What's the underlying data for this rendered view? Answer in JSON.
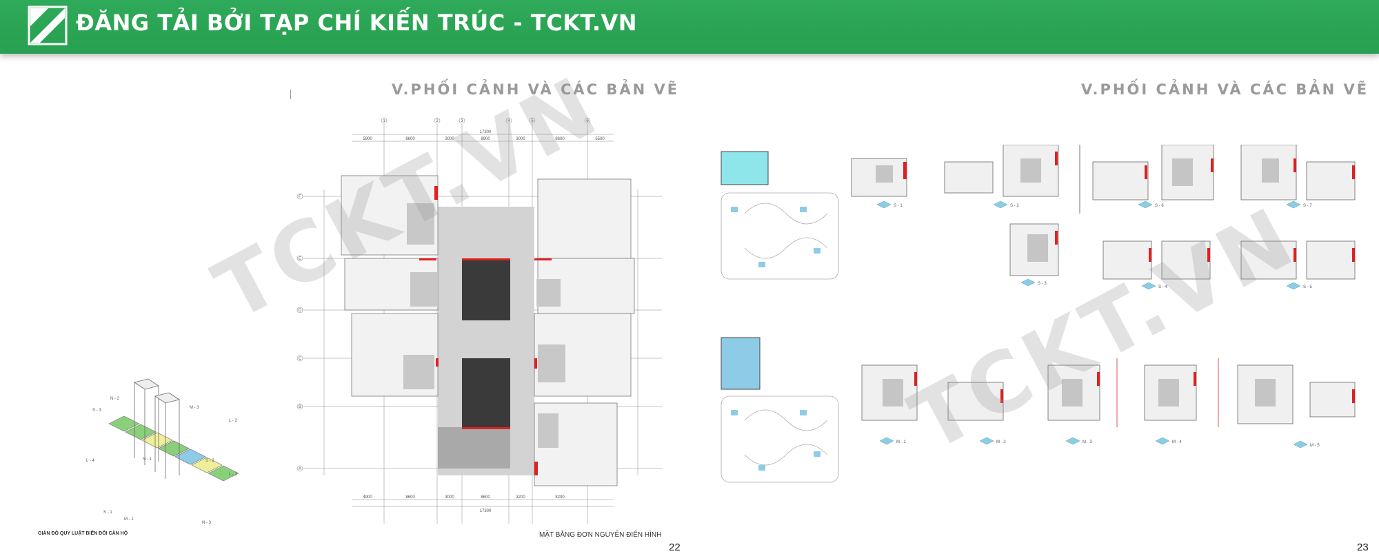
{
  "banner": {
    "title": "ĐĂNG TẢI BỞI TẠP CHÍ KIẾN TRÚC - TCKT.VN",
    "color": "#2faa5a"
  },
  "left_page": {
    "section_title": "V.PHỐI CẢNH VÀ CÁC BẢN VẼ",
    "diagram_caption": "GIẢN ĐỒ QUY LUẬT BIẾN ĐỔI CĂN HỘ",
    "plan_caption": "MẶT BẰNG ĐƠN NGUYÊN ĐIỂN HÌNH",
    "page_number": "22",
    "dimensions_top": [
      "5900",
      "8600",
      "3000",
      "8900",
      "3000",
      "8600",
      "5500"
    ],
    "dimension_total": "17300",
    "dimensions_bottom": [
      "4900",
      "8600",
      "3000",
      "8600",
      "3200",
      "8200"
    ],
    "axis_letters": [
      "F",
      "E",
      "D",
      "C",
      "B",
      "A"
    ],
    "axis_numbers": [
      "1",
      "2",
      "3",
      "4",
      "5",
      "6"
    ],
    "unit_labels": [
      "N - 2",
      "S - 3",
      "M - 3",
      "L - 2",
      "L - 4",
      "N - 1",
      "S - 2",
      "L - 1",
      "S - 1",
      "M - 1",
      "N - 3"
    ]
  },
  "right_page": {
    "section_title": "V.PHỐI CẢNH VÀ CÁC BẢN VẼ",
    "page_number": "23",
    "unit_labels_s": [
      "S - 1",
      "S - 2",
      "S - 6",
      "S - 7",
      "S - 3",
      "S - 4",
      "S - 5"
    ],
    "unit_labels_m": [
      "M - 1",
      "M - 2",
      "M - 3",
      "M - 4",
      "M - 5"
    ]
  },
  "watermark": "TCKT.VN",
  "colors": {
    "accent_red": "#e02020",
    "cyan": "#8fe6ea",
    "light_blue": "#8ecbe6",
    "green": "#8ad07a",
    "yellow": "#efef9a"
  }
}
